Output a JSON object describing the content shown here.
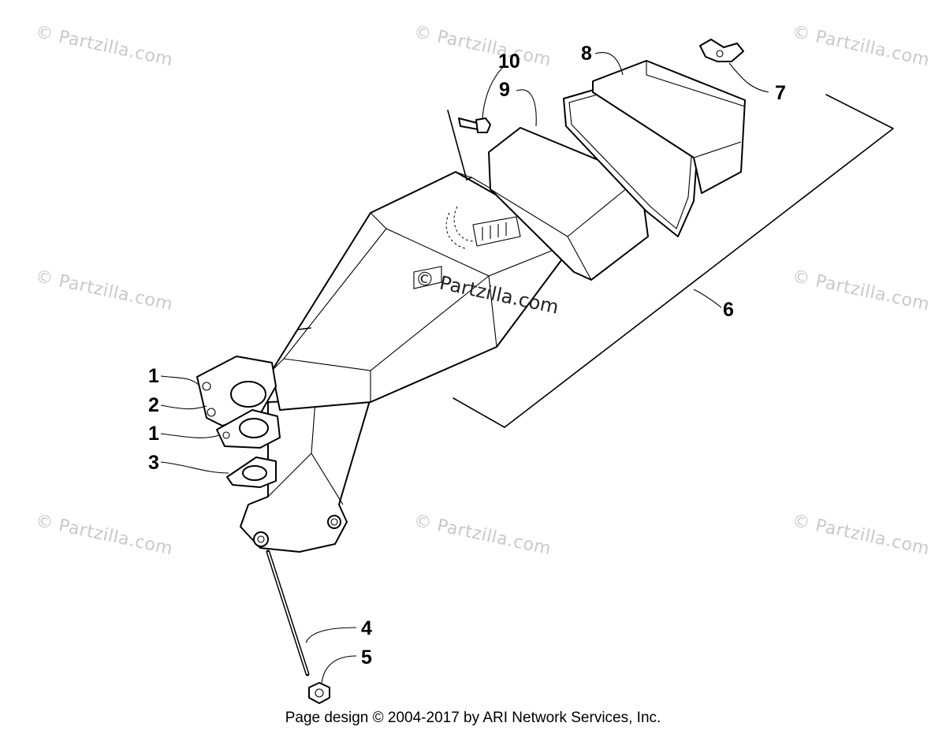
{
  "watermarks": [
    "© Partzilla.com",
    "© Partzilla.com",
    "© Partzilla.com",
    "© Partzilla.com",
    "© Partzilla.com",
    "© Partzilla.com",
    "© Partzilla.com",
    "© Partzilla.com",
    "© Partzilla.com"
  ],
  "center_watermark": "© Partzilla.com",
  "callouts": {
    "c1a": "1",
    "c2": "2",
    "c1b": "1",
    "c3": "3",
    "c4": "4",
    "c5": "5",
    "c6": "6",
    "c7": "7",
    "c8": "8",
    "c9": "9",
    "c10": "10"
  },
  "footer": "Page design © 2004-2017 by ARI Network Services, Inc."
}
